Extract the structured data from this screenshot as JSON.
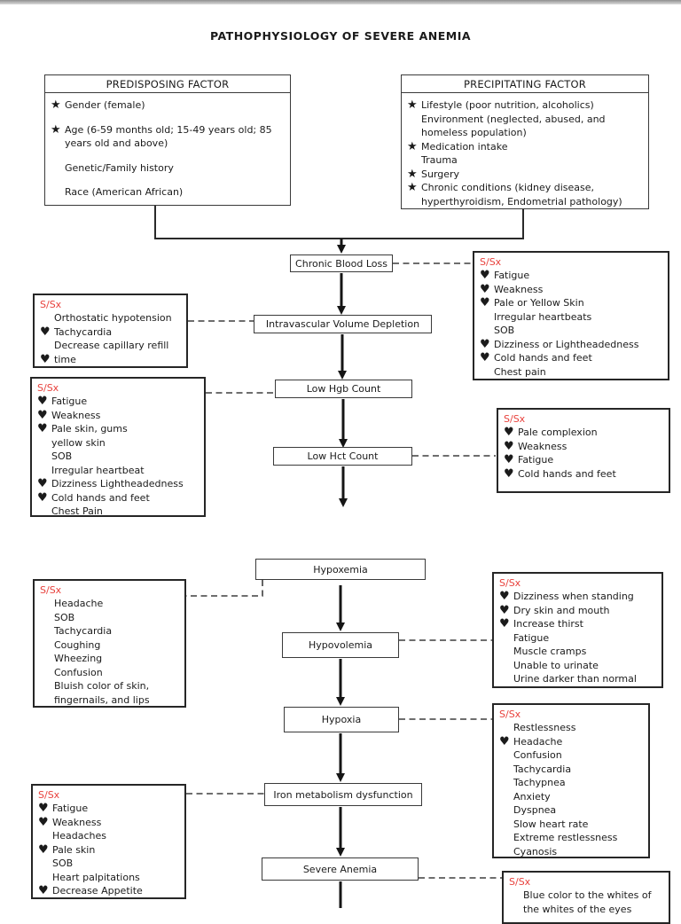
{
  "title": "PATHOPHYSIOLOGY OF SEVERE ANEMIA",
  "sx_label": "S/Sx",
  "colors": {
    "sx_label": "#e8413c",
    "ink": "#1b1b1b"
  },
  "factors": {
    "predisposing": {
      "header": "PREDISPOSING FACTOR",
      "items": [
        {
          "icon": "star",
          "text": "Gender (female)"
        },
        {
          "icon": "star",
          "text": "Age (6-59 months old; 15-49 years old; 85 years old and above)"
        },
        {
          "icon": null,
          "text": "Genetic/Family history"
        },
        {
          "icon": null,
          "text": "Race (American African)"
        }
      ]
    },
    "precipitating": {
      "header": "PRECIPITATING FACTOR",
      "items": [
        {
          "icon": "star",
          "text": "Lifestyle (poor nutrition, alcoholics)"
        },
        {
          "icon": null,
          "text": "Environment (neglected, abused, and homeless population)"
        },
        {
          "icon": "star",
          "text": "Medication intake"
        },
        {
          "icon": null,
          "text": "Trauma"
        },
        {
          "icon": "star",
          "text": "Surgery"
        },
        {
          "icon": "star",
          "text": "Chronic conditions (kidney disease, hyperthyroidism, Endometrial pathology)"
        }
      ]
    }
  },
  "nodes": {
    "chronic_blood_loss": "Chronic Blood Loss",
    "intravascular": "Intravascular Volume Depletion",
    "low_hgb": "Low Hgb Count",
    "low_hct": "Low Hct Count",
    "hypoxemia": "Hypoxemia",
    "hypovolemia": "Hypovolemia",
    "hypoxia": "Hypoxia",
    "iron_metabolism": "Iron metabolism dysfunction",
    "severe_anemia": "Severe Anemia"
  },
  "sx_boxes": {
    "chronic_blood_loss": {
      "items": [
        {
          "icon": "heart",
          "text": "Fatigue"
        },
        {
          "icon": "heart",
          "text": "Weakness"
        },
        {
          "icon": "heart",
          "text": "Pale or Yellow Skin"
        },
        {
          "icon": null,
          "text": "Irregular heartbeats"
        },
        {
          "icon": null,
          "text": "SOB"
        },
        {
          "icon": "heart",
          "text": "Dizziness or Lightheadedness"
        },
        {
          "icon": "heart",
          "text": "Cold hands and feet"
        },
        {
          "icon": null,
          "text": "Chest pain"
        }
      ]
    },
    "intravascular": {
      "items": [
        {
          "icon": null,
          "text": "Orthostatic hypotension"
        },
        {
          "icon": "heart",
          "text": "Tachycardia"
        },
        {
          "icon": null,
          "text": "Decrease capillary refill"
        },
        {
          "icon": "heart",
          "text": "time"
        }
      ]
    },
    "low_hgb": {
      "items": [
        {
          "icon": "heart",
          "text": "Fatigue"
        },
        {
          "icon": "heart",
          "text": "Weakness"
        },
        {
          "icon": "heart",
          "text": "Pale skin, gums"
        },
        {
          "icon": null,
          "text": "yellow skin"
        },
        {
          "icon": null,
          "text": "SOB"
        },
        {
          "icon": null,
          "text": "Irregular heartbeat"
        },
        {
          "icon": "heart",
          "text": "Dizziness Lightheadedness"
        },
        {
          "icon": "heart",
          "text": "Cold hands and feet"
        },
        {
          "icon": null,
          "text": "Chest Pain"
        }
      ]
    },
    "low_hct": {
      "items": [
        {
          "icon": "heart",
          "text": "Pale complexion"
        },
        {
          "icon": "heart",
          "text": "Weakness"
        },
        {
          "icon": "heart",
          "text": "Fatigue"
        },
        {
          "icon": "heart",
          "text": "Cold hands and feet"
        }
      ]
    },
    "hypoxemia": {
      "items": [
        {
          "icon": null,
          "text": "Headache"
        },
        {
          "icon": null,
          "text": "SOB"
        },
        {
          "icon": null,
          "text": "Tachycardia"
        },
        {
          "icon": null,
          "text": "Coughing"
        },
        {
          "icon": null,
          "text": "Wheezing"
        },
        {
          "icon": null,
          "text": "Confusion"
        },
        {
          "icon": null,
          "text": "Bluish color of skin, fingernails, and lips"
        }
      ]
    },
    "hypovolemia": {
      "items": [
        {
          "icon": "heart",
          "text": "Dizziness when standing"
        },
        {
          "icon": "heart",
          "text": "Dry skin and mouth"
        },
        {
          "icon": "heart",
          "text": "Increase thirst"
        },
        {
          "icon": null,
          "text": "Fatigue"
        },
        {
          "icon": null,
          "text": "Muscle cramps"
        },
        {
          "icon": null,
          "text": "Unable to urinate"
        },
        {
          "icon": null,
          "text": "Urine darker than normal"
        }
      ]
    },
    "hypoxia": {
      "items": [
        {
          "icon": null,
          "text": "Restlessness"
        },
        {
          "icon": "heart",
          "text": "Headache"
        },
        {
          "icon": null,
          "text": "Confusion"
        },
        {
          "icon": null,
          "text": "Tachycardia"
        },
        {
          "icon": null,
          "text": "Tachypnea"
        },
        {
          "icon": null,
          "text": "Anxiety"
        },
        {
          "icon": null,
          "text": "Dyspnea"
        },
        {
          "icon": null,
          "text": "Slow heart rate"
        },
        {
          "icon": null,
          "text": "Extreme restlessness"
        },
        {
          "icon": null,
          "text": "Cyanosis"
        }
      ]
    },
    "iron_metabolism": {
      "items": [
        {
          "icon": "heart",
          "text": "Fatigue"
        },
        {
          "icon": "heart",
          "text": "Weakness"
        },
        {
          "icon": null,
          "text": "Headaches"
        },
        {
          "icon": "heart",
          "text": "Pale skin"
        },
        {
          "icon": null,
          "text": "SOB"
        },
        {
          "icon": null,
          "text": "Heart palpitations"
        },
        {
          "icon": "heart",
          "text": "Decrease Appetite"
        }
      ]
    },
    "severe_anemia": {
      "items": [
        {
          "icon": null,
          "text": "Blue color to the whites of the whites of the eyes"
        }
      ]
    }
  }
}
